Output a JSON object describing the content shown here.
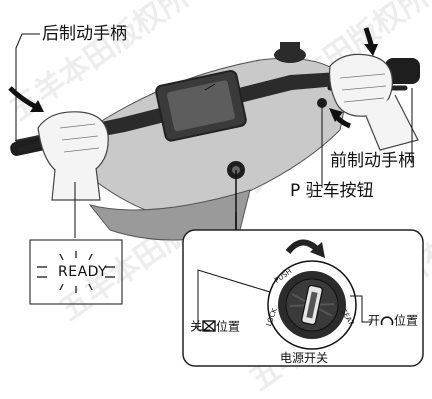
{
  "labels": {
    "rear_brake": "后制动手柄",
    "front_brake": "前制动手柄",
    "park_button": "P 驻车按钮",
    "ready": "READY",
    "off_position": "关",
    "on_position": "开",
    "position_suffix": "位置",
    "power_switch": "电源开关"
  },
  "key_ring": {
    "push": "PUSH",
    "lock": "LOCK",
    "seat": "SEAT"
  },
  "watermark": "五羊本田版权所有"
}
